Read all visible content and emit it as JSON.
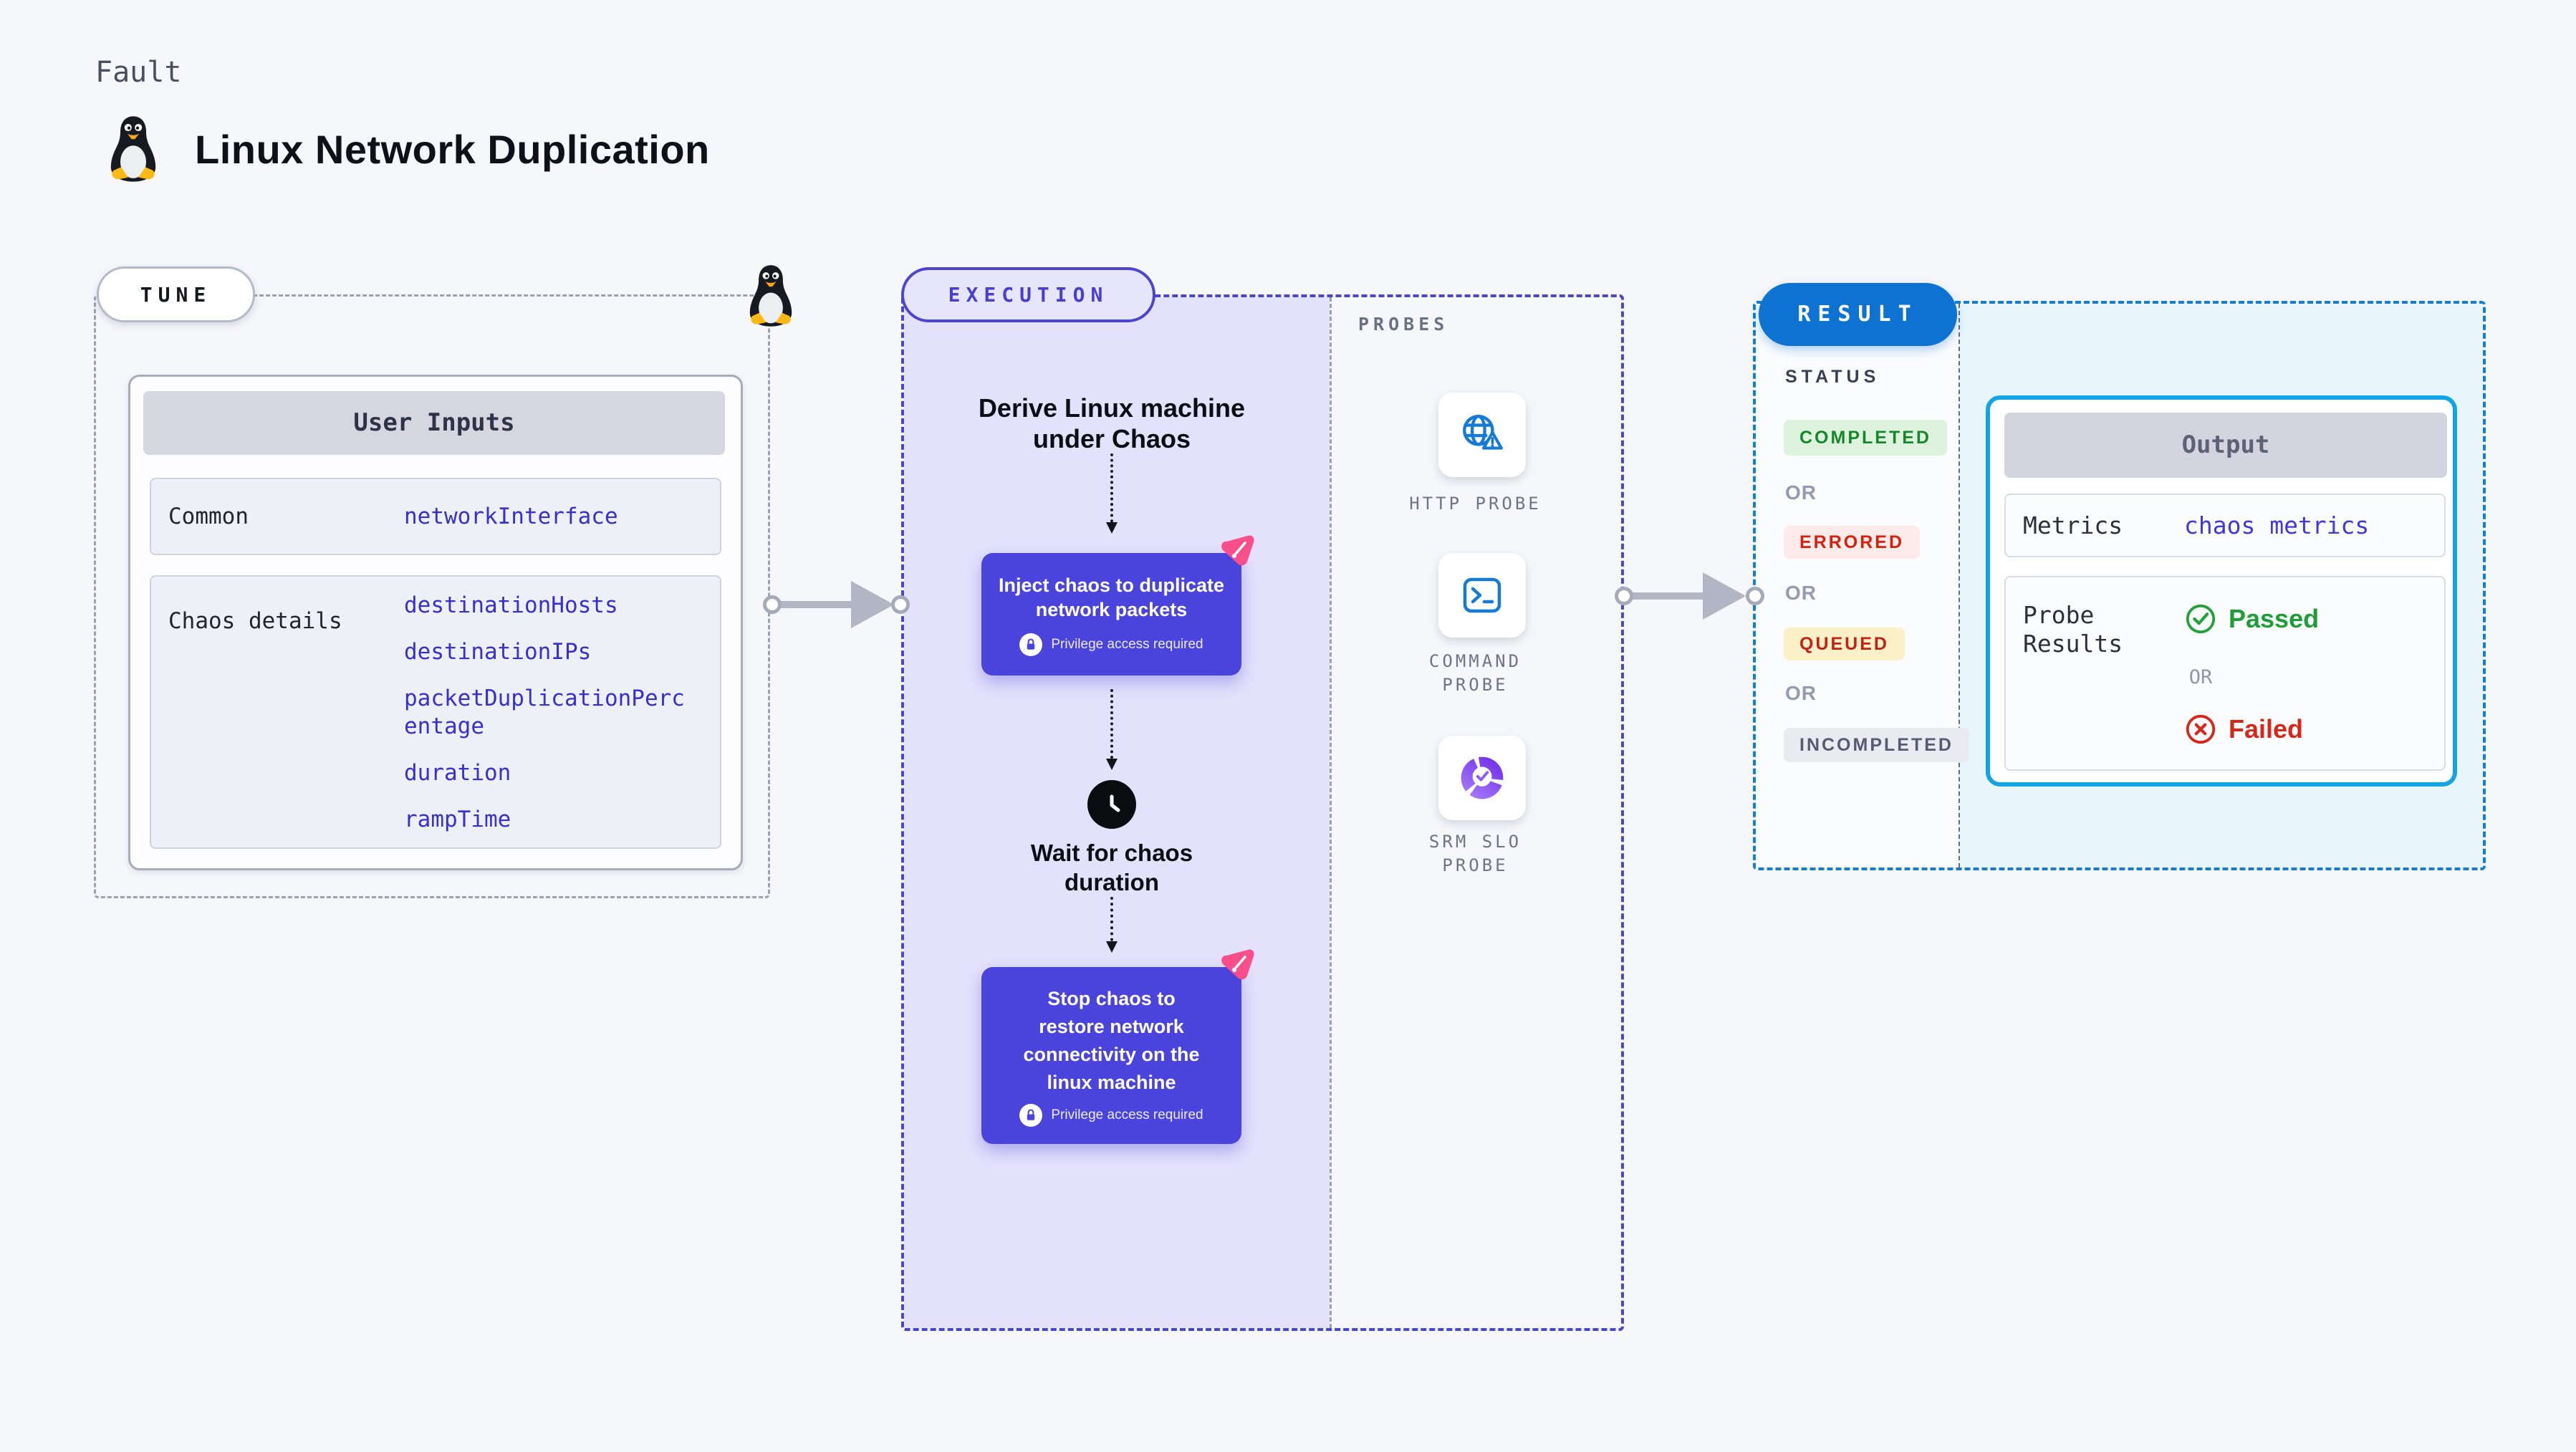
{
  "header": {
    "kicker": "Fault",
    "title": "Linux Network Duplication",
    "icon": "tux-icon"
  },
  "tune": {
    "badge": "TUNE",
    "user_inputs": {
      "title": "User Inputs",
      "rows": [
        {
          "label": "Common",
          "values": [
            "networkInterface"
          ]
        },
        {
          "label": "Chaos details",
          "values": [
            "destinationHosts",
            "destinationIPs",
            "packetDuplicationPercentage",
            "duration",
            "rampTime"
          ]
        }
      ]
    }
  },
  "execution": {
    "badge": "EXECUTION",
    "flow": {
      "derive_lines": [
        "Derive Linux machine",
        "under Chaos"
      ],
      "inject": {
        "lines": [
          "Inject chaos to duplicate",
          "network packets"
        ],
        "privilege": "Privilege access required"
      },
      "wait_lines": [
        "Wait for chaos",
        "duration"
      ],
      "stop": {
        "lines": [
          "Stop chaos to",
          "restore network",
          "connectivity on the",
          "linux machine"
        ],
        "privilege": "Privilege access required"
      }
    },
    "probes": {
      "label": "PROBES",
      "items": [
        {
          "icon": "globe-alert-icon",
          "label_lines": [
            "HTTP PROBE",
            ""
          ]
        },
        {
          "icon": "terminal-icon",
          "label_lines": [
            "COMMAND",
            "PROBE"
          ]
        },
        {
          "icon": "slo-donut-icon",
          "label_lines": [
            "SRM SLO",
            "PROBE"
          ]
        }
      ]
    }
  },
  "result": {
    "badge": "RESULT",
    "status": {
      "label": "STATUS",
      "or": "OR",
      "options": [
        {
          "label": "COMPLETED",
          "bg": "#def3de",
          "color": "#17872b"
        },
        {
          "label": "ERRORED",
          "bg": "#fcebe9",
          "color": "#d6200f"
        },
        {
          "label": "QUEUED",
          "bg": "#fcf0c8",
          "color": "#c32114"
        },
        {
          "label": "INCOMPLETED",
          "bg": "#eaebf1",
          "color": "#555b72"
        }
      ]
    },
    "output": {
      "title": "Output",
      "metrics_label": "Metrics",
      "metrics_value": "chaos metrics",
      "probe_results_lines": [
        "Probe",
        "Results"
      ],
      "passed": "Passed",
      "or": "OR",
      "failed": "Failed"
    }
  },
  "colors": {
    "page_bg": "#f6f7fb",
    "accent_indigo": "#4b44dc",
    "execution_bg": "#e3e1fb",
    "accent_pink": "#fb4f8c",
    "result_blue": "#0d72d2",
    "result_bg": "#e9f5fd",
    "output_border": "#14a4e4",
    "link_indigo": "#382fd2",
    "probe_blue": "#147ad6",
    "srm_purple": "#8b5cf6",
    "passed_green": "#1f9e38",
    "failed_red": "#d6281a"
  }
}
